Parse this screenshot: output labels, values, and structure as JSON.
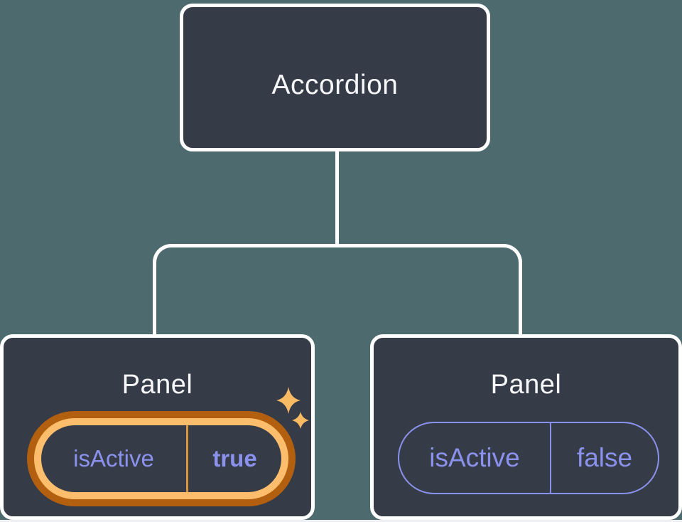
{
  "diagram": {
    "root": {
      "label": "Accordion"
    },
    "panels": [
      {
        "label": "Panel",
        "prop": "isActive",
        "value": "true",
        "active": true,
        "highlight": "orange-glow"
      },
      {
        "label": "Panel",
        "prop": "isActive",
        "value": "false",
        "active": false,
        "highlight": "none"
      }
    ]
  },
  "icons": {
    "sparkles": "sparkles-icon"
  },
  "colors": {
    "canvas": "#4D6A6E",
    "page": "#EDEFF4",
    "node-bg": "#353B47",
    "node-border": "#FFFFFF",
    "node-text": "#F6F7F9",
    "state-purple": "#8B92EE",
    "glow-light": "#FCBE6C",
    "glow-dark": "#B35F10",
    "divider-amber": "#D9943F",
    "sparkle": "#F8BA62"
  }
}
